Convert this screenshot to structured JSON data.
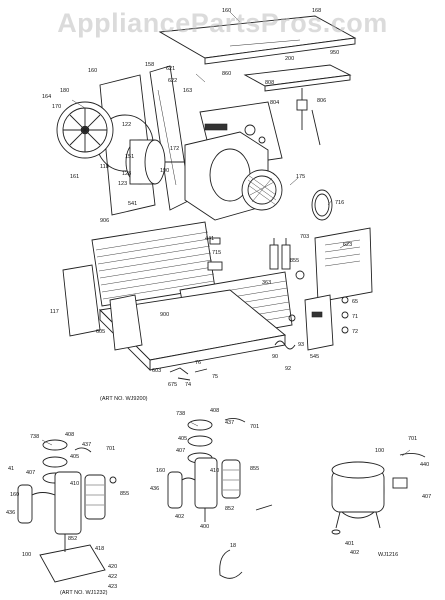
{
  "watermark": "AppliancePartsPros.com",
  "art_top": "(ART NO. WJ9200)",
  "art_bl": "(ART NO. WJ1232)",
  "art_br": "WJ1216",
  "callouts": [
    {
      "t": "160"
    },
    {
      "t": "168"
    },
    {
      "t": "621"
    },
    {
      "t": "622"
    },
    {
      "t": "158"
    },
    {
      "t": "160"
    },
    {
      "t": "808"
    },
    {
      "t": "200"
    },
    {
      "t": "860"
    },
    {
      "t": "950"
    },
    {
      "t": "806"
    },
    {
      "t": "164"
    },
    {
      "t": "804"
    },
    {
      "t": "170"
    },
    {
      "t": "163"
    },
    {
      "t": "180"
    },
    {
      "t": "122"
    },
    {
      "t": "151"
    },
    {
      "t": "118"
    },
    {
      "t": "172"
    },
    {
      "t": "128"
    },
    {
      "t": "123"
    },
    {
      "t": "161"
    },
    {
      "t": "541"
    },
    {
      "t": "190"
    },
    {
      "t": "175"
    },
    {
      "t": "716"
    },
    {
      "t": "441"
    },
    {
      "t": "703"
    },
    {
      "t": "623"
    },
    {
      "t": "715"
    },
    {
      "t": "855"
    },
    {
      "t": "906"
    },
    {
      "t": "363"
    },
    {
      "t": "117"
    },
    {
      "t": "900"
    },
    {
      "t": "605"
    },
    {
      "t": "603"
    },
    {
      "t": "76"
    },
    {
      "t": "75"
    },
    {
      "t": "74"
    },
    {
      "t": "675"
    },
    {
      "t": "90"
    },
    {
      "t": "92"
    },
    {
      "t": "545"
    },
    {
      "t": "93"
    },
    {
      "t": "65"
    },
    {
      "t": "71"
    },
    {
      "t": "72"
    },
    {
      "t": "738"
    },
    {
      "t": "408"
    },
    {
      "t": "437"
    },
    {
      "t": "701"
    },
    {
      "t": "405"
    },
    {
      "t": "41"
    },
    {
      "t": "407"
    },
    {
      "t": "410"
    },
    {
      "t": "160"
    },
    {
      "t": "855"
    },
    {
      "t": "436"
    },
    {
      "t": "852"
    },
    {
      "t": "418"
    },
    {
      "t": "100"
    },
    {
      "t": "420"
    },
    {
      "t": "422"
    },
    {
      "t": "423"
    },
    {
      "t": "738"
    },
    {
      "t": "408"
    },
    {
      "t": "437"
    },
    {
      "t": "701"
    },
    {
      "t": "405"
    },
    {
      "t": "407"
    },
    {
      "t": "160"
    },
    {
      "t": "410"
    },
    {
      "t": "436"
    },
    {
      "t": "855"
    },
    {
      "t": "852"
    },
    {
      "t": "402"
    },
    {
      "t": "400"
    },
    {
      "t": "18"
    },
    {
      "t": "701"
    },
    {
      "t": "100"
    },
    {
      "t": "440"
    },
    {
      "t": "407"
    },
    {
      "t": "401"
    },
    {
      "t": "402"
    }
  ]
}
